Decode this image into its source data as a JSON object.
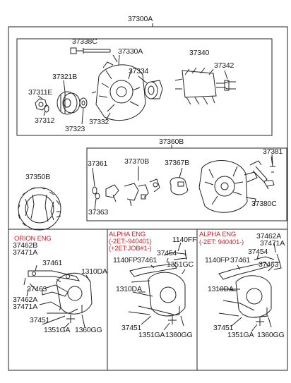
{
  "diagram": {
    "assembly_label": "37300A",
    "sections": {
      "alternator": {
        "labels": {
          "p37338C": "37338C",
          "p37330A": "37330A",
          "p37340": "37340",
          "p37342": "37342",
          "p37321B": "37321B",
          "p37334": "37334",
          "p37311E": "37311E",
          "p37312": "37312",
          "p37323": "37323",
          "p37332": "37332"
        }
      },
      "rectifier": {
        "group_label": "37360B",
        "labels": {
          "p37381": "37381",
          "p37361": "37361",
          "p37370B": "37370B",
          "p37367B": "37367B",
          "p37363": "37363",
          "p37380C": "37380C"
        }
      },
      "stator": {
        "label": "37350B"
      },
      "orion": {
        "title": "ORION ENG",
        "labels": {
          "p37462B": "37462B",
          "p37471A": "37471A",
          "p37461": "37461",
          "p1310DA": "1310DA",
          "p37463": "37463",
          "p37462A": "37462A",
          "p37471A_b": "37471A",
          "p37451": "37451",
          "p1351GA": "1351GA",
          "p1360GG": "1360GG"
        }
      },
      "alpha_1": {
        "title": "ALPHA ENG",
        "note_1": "(-2ET:-940401)",
        "note_2": "(+2ET:JOB#1-)",
        "labels": {
          "p1140FF": "1140FF",
          "p37454": "37454",
          "p1140FP": "1140FP",
          "p37461": "37461",
          "p1351GC": "1351GC",
          "p1310DA": "1310DA",
          "p37451": "37451",
          "p1351GA": "1351GA",
          "p1360GG": "1360GG"
        }
      },
      "alpha_2": {
        "title": "ALPHA ENG",
        "note_1": "(-2ET: 940401-)",
        "labels": {
          "p37462A": "37462A",
          "p37471A": "37471A",
          "p37454": "37454",
          "p1140FP": "1140FP",
          "p37461": "37461",
          "p37463": "37463",
          "p1310DA": "1310DA",
          "p37451": "37451",
          "p1351GA": "1351GA",
          "p1360GG": "1360GG"
        }
      }
    }
  },
  "colors": {
    "line": "#222222",
    "note": "#d0212a",
    "background": "#ffffff"
  }
}
